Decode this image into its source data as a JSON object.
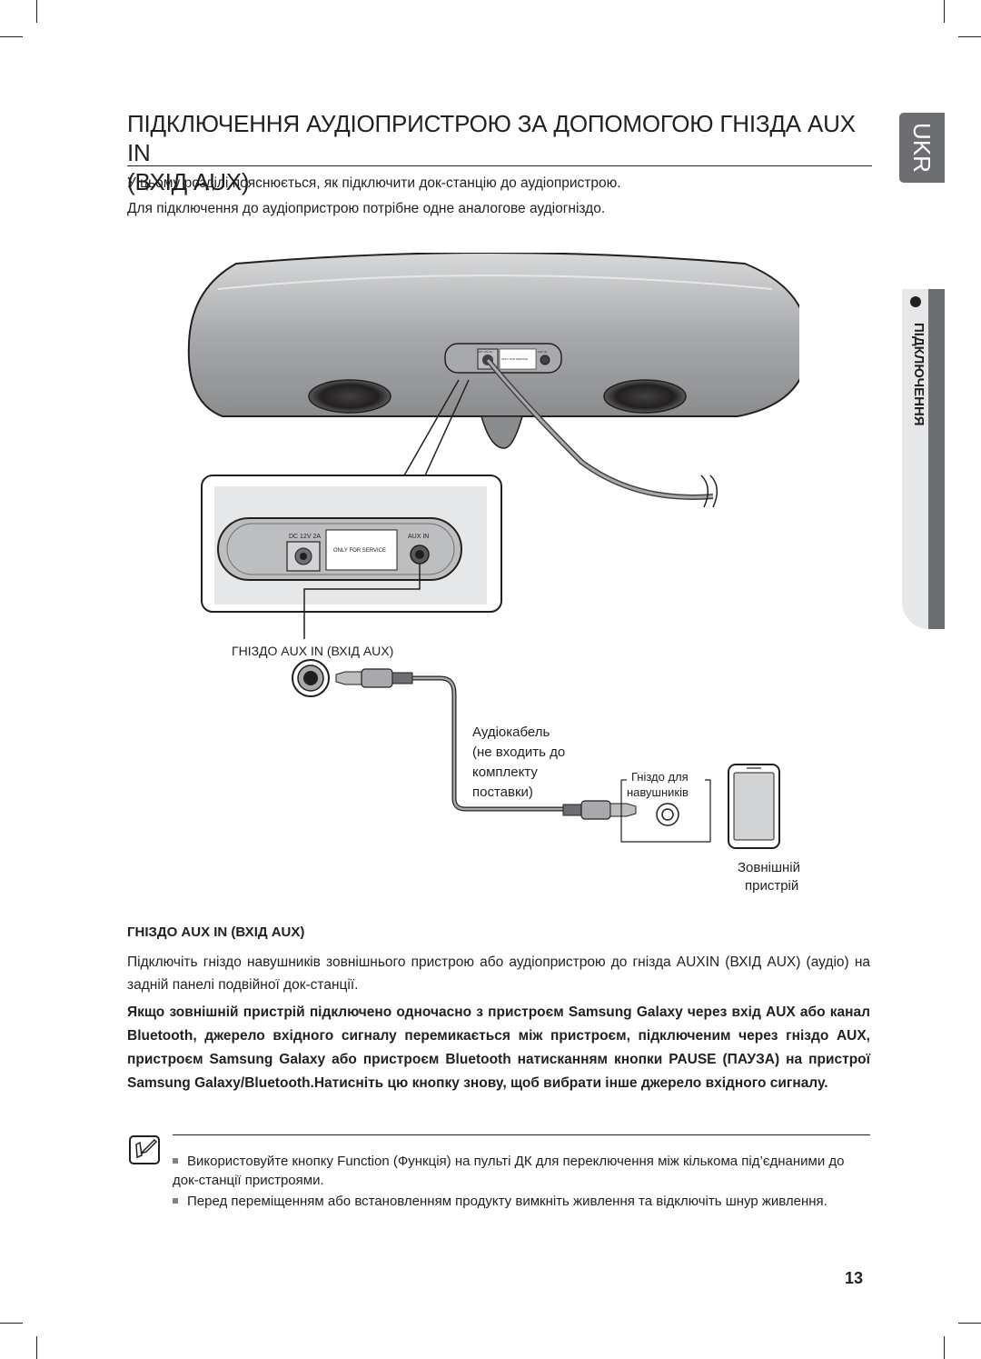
{
  "header": {
    "title_line1": "ПІДКЛЮЧЕННЯ АУДІОПРИСТРОЮ ЗА ДОПОМОГОЮ ГНІЗДА AUX IN",
    "title_line2": "(ВХІД AUX)",
    "intro1": "У цьому розділі пояснюється, як підключити док-станцію до аудіопристрою.",
    "intro2": "Для підключення до аудіопристрою потрібне одне аналогове аудіогніздо."
  },
  "side_tabs": {
    "language": "UKR",
    "section": "ПІДКЛЮЧЕННЯ"
  },
  "diagram": {
    "panel_dc_small": "DC 12V 2A",
    "panel_service_small": "ONLY FOR SERVICE",
    "panel_aux_small": "AUX IN",
    "panel_dc": "DC 12V 2A",
    "panel_service": "ONLY FOR SERVICE",
    "panel_aux": "AUX IN",
    "jack_label": "ГНІЗДО AUX IN (ВХІД AUX)",
    "cable_label": [
      "Аудіокабель",
      "(не входить до",
      "комплекту",
      "поставки)"
    ],
    "headphone_label": [
      "Гніздо для",
      "навушників"
    ],
    "device_label": [
      "Зовнішній",
      "пристрій"
    ]
  },
  "section": {
    "heading": "ГНІЗДО AUX IN (ВХІД AUX)",
    "paragraph": "Підключіть гніздо навушників зовнішнього пристрою або аудіопристрою до гнізда AUXIN (ВХІД AUX) (аудіо) на задній панелі подвійної док-станції.",
    "bold_paragraph": "Якщо зовнішній пристрій підключено одночасно з пристроєм Samsung Galaxy через вхід AUX або канал Bluetooth, джерело вхідного сигналу перемикається між пристроєм, підключеним через гніздо AUX, пристроєм Samsung Galaxy або пристроєм Bluetooth натисканням кнопки PAUSE (ПАУЗА) на пристрої Samsung Galaxy/Bluetooth.Натисніть цю кнопку знову, щоб вибрати інше джерело вхідного сигналу."
  },
  "notes": [
    "Використовуйте кнопку Function (Функція) на пульті ДК для переключення між кількома під’єднаними до док-станції пристроями.",
    "Перед переміщенням або встановленням продукту вимкніть живлення та відключіть шнур живлення."
  ],
  "page_number": "13"
}
